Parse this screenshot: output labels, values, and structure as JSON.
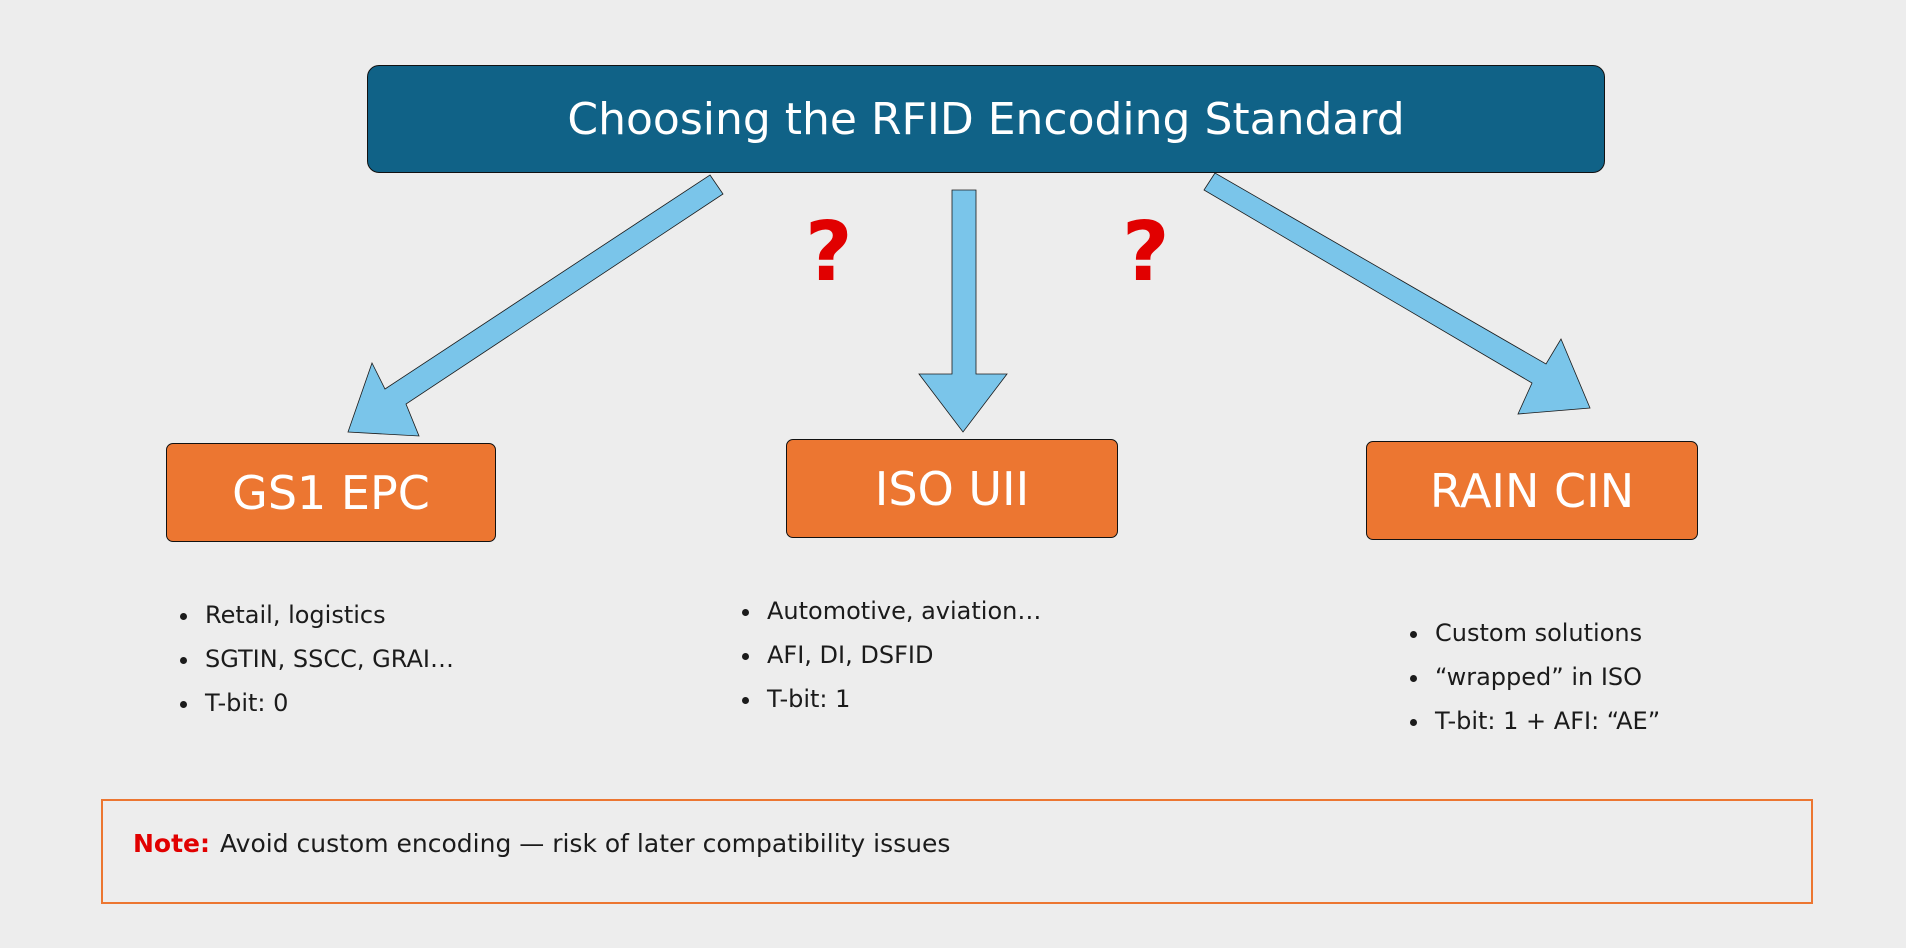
{
  "title": "Choosing the RFID Encoding Standard",
  "question_marks": [
    "?",
    "?"
  ],
  "options": [
    {
      "label": "GS1 EPC",
      "bullets": [
        "Retail, logistics",
        "SGTIN, SSCC, GRAI…",
        "T-bit: 0"
      ]
    },
    {
      "label": "ISO UII",
      "bullets": [
        "Automotive, aviation…",
        "AFI, DI, DSFID",
        "T-bit: 1"
      ]
    },
    {
      "label": "RAIN CIN",
      "bullets": [
        "Custom solutions",
        "“wrapped” in ISO",
        "T-bit: 1 + AFI: “AE”"
      ]
    }
  ],
  "note": {
    "label": "Note:",
    "text": "Avoid custom encoding — risk of later compatibility issues"
  },
  "colors": {
    "title_bg": "#106287",
    "option_bg": "#ec7631",
    "arrow_fill": "#7ac5ea",
    "question_mark": "#e10000",
    "note_border": "#ec7631"
  }
}
